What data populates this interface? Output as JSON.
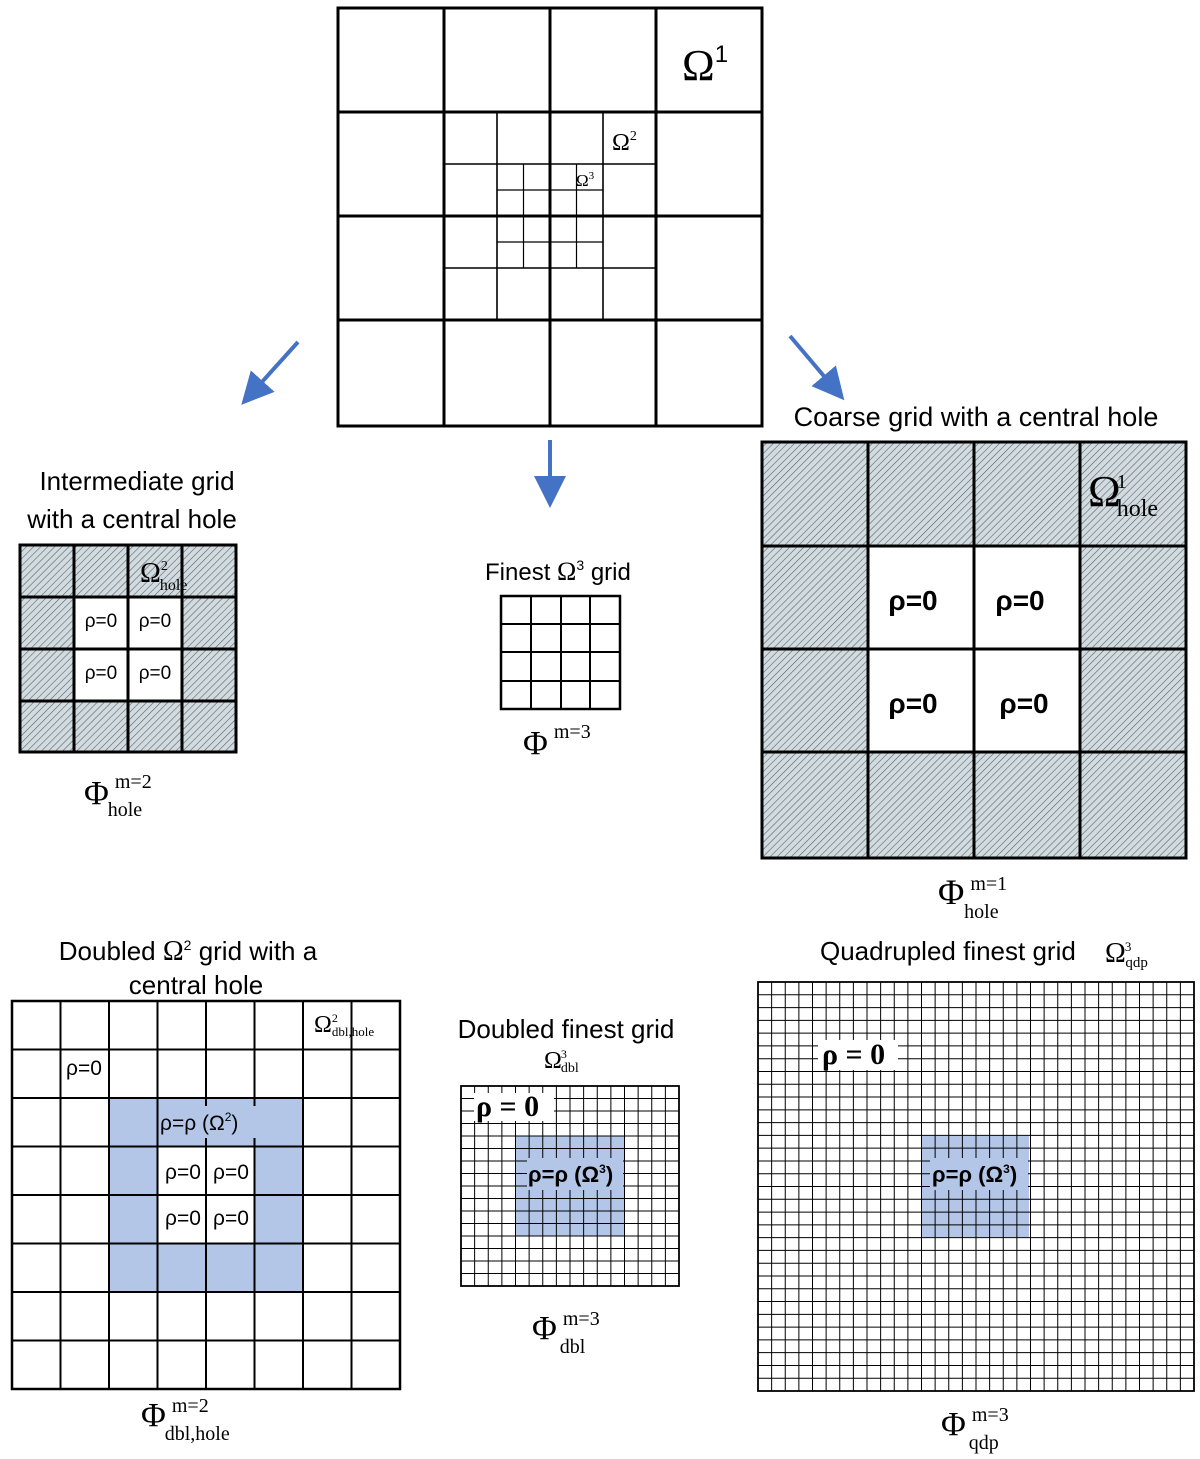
{
  "labels": {
    "omega1": "Ω",
    "omega1_sup": "1",
    "omega2": "Ω",
    "omega2_sup": "2",
    "omega3": "Ω",
    "omega3_sup": "3",
    "intermediate_title_1": "Intermediate grid",
    "intermediate_title_2": "with a central hole",
    "intermediate_omega_sup": "2",
    "intermediate_omega_sub": "hole",
    "phi_m2_hole_sup": "m=2",
    "phi_m2_hole_sub": "hole",
    "finest_title_pre": "Finest ",
    "finest_title_sup": "3",
    "finest_title_post": " grid",
    "phi_m3_sup": "m=3",
    "coarse_title": "Coarse grid with a central hole",
    "coarse_omega_sup": "1",
    "coarse_omega_sub": "hole",
    "phi_m1_hole_sup": "m=1",
    "phi_m1_hole_sub": "hole",
    "rho_zero": "ρ=0",
    "doubled_o2_title_pre": "Doubled ",
    "doubled_o2_title_sup": "2",
    "doubled_o2_title_post": " grid with a",
    "doubled_o2_title_2": "central hole",
    "doubled_o2_omega_sup": "2",
    "doubled_o2_omega_sub": "dbl,hole",
    "rho_rho_o2": "ρ=ρ (Ω",
    "rho_rho_o2_sup": "2",
    "rho_rho_close": ")",
    "phi_m2_dbl_sup": "m=2",
    "phi_m2_dbl_sub": "dbl,hole",
    "doubled_finest_title": "Doubled finest grid",
    "doubled_finest_omega_sup": "3",
    "doubled_finest_omega_sub": "dbl",
    "rho_eq_zero": "ρ = 0",
    "rho_rho_o3": "ρ=ρ (Ω",
    "rho_rho_o3_sup": "3",
    "phi_m3_dbl_sup": "m=3",
    "phi_m3_dbl_sub": "dbl",
    "quad_title": "Quadrupled finest grid",
    "quad_omega_sup": "3",
    "quad_omega_sub": "qdp",
    "phi_m3_qdp_sup": "m=3",
    "phi_m3_qdp_sub": "qdp",
    "phi": "Φ"
  },
  "colors": {
    "line": "#000000",
    "hatch_bg": "#d2dbe0",
    "hatch_line": "#5a6468",
    "blue_fill": "#b4c6e7",
    "arrow": "#4472c4"
  }
}
